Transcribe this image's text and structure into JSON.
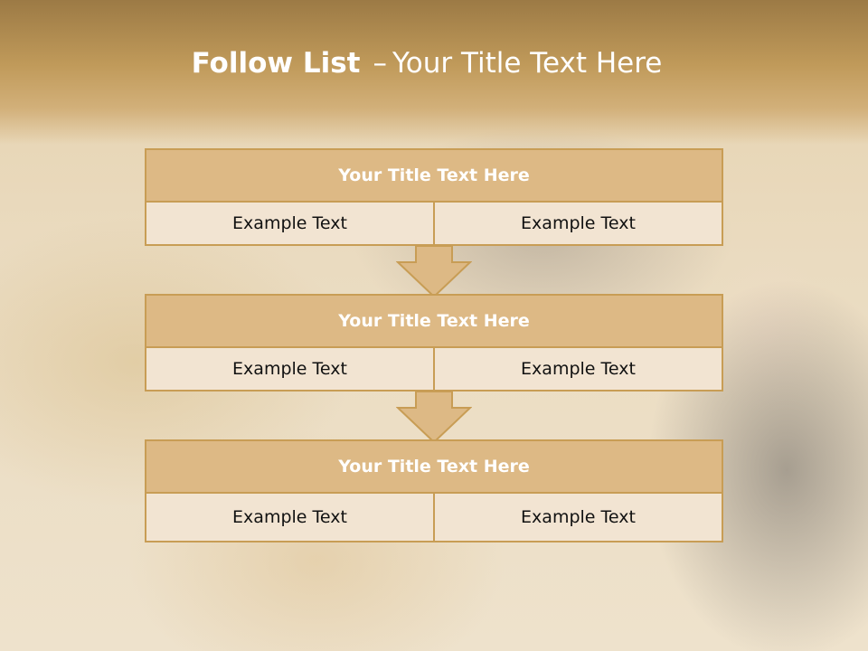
{
  "title": {
    "bold": "Follow List",
    "dash": "–",
    "rest": "Your Title Text Here"
  },
  "blocks": [
    {
      "title": "Your Title Text Here",
      "left": "Example Text",
      "right": "Example Text"
    },
    {
      "title": "Your Title Text Here",
      "left": "Example Text",
      "right": "Example Text"
    },
    {
      "title": "Your Title Text Here",
      "left": "Example Text",
      "right": "Example Text"
    }
  ],
  "colors": {
    "header": "#c09a5a",
    "block_head": "#ddb985",
    "cell": "#f2e4d2",
    "border": "#c89d55"
  }
}
